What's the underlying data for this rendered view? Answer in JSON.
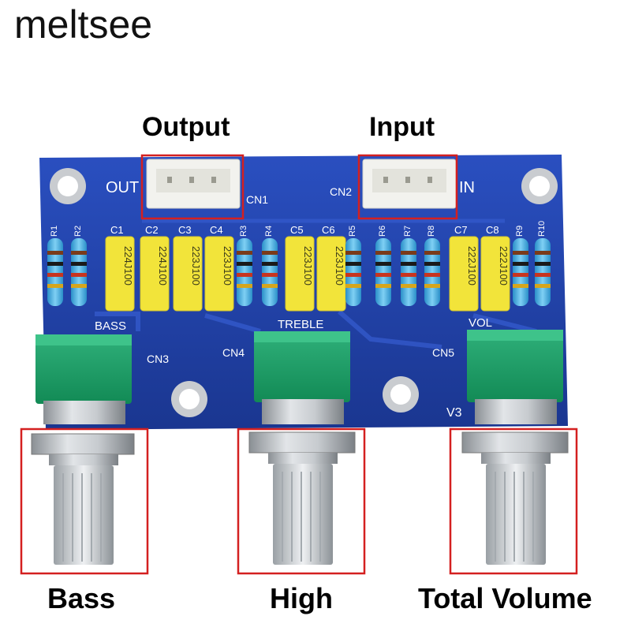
{
  "brand": "meltsee",
  "callouts": {
    "output": "Output",
    "input": "Input",
    "bass": "Bass",
    "high": "High",
    "total_volume": "Total Volume"
  },
  "board": {
    "color": "#1f3fa3",
    "silkscreen": {
      "out": "OUT",
      "in": "IN",
      "cn1": "CN1",
      "cn2": "CN2",
      "cn3": "CN3",
      "cn4": "CN4",
      "cn5": "CN5",
      "bass": "BASS",
      "treble": "TREBLE",
      "vol": "VOL",
      "version": "V3"
    },
    "resistors": [
      "R1",
      "R2",
      "R3",
      "R4",
      "R5",
      "R6",
      "R7",
      "R8",
      "R9",
      "R10"
    ],
    "capacitors": [
      {
        "ref": "C1",
        "code": "224J100"
      },
      {
        "ref": "C2",
        "code": "224J100"
      },
      {
        "ref": "C3",
        "code": "223J100"
      },
      {
        "ref": "C4",
        "code": "223J100"
      },
      {
        "ref": "C5",
        "code": "223J100"
      },
      {
        "ref": "C6",
        "code": "223J100"
      },
      {
        "ref": "C7",
        "code": "222J100"
      },
      {
        "ref": "C8",
        "code": "222J100"
      }
    ]
  },
  "highlight_color": "#d42020"
}
